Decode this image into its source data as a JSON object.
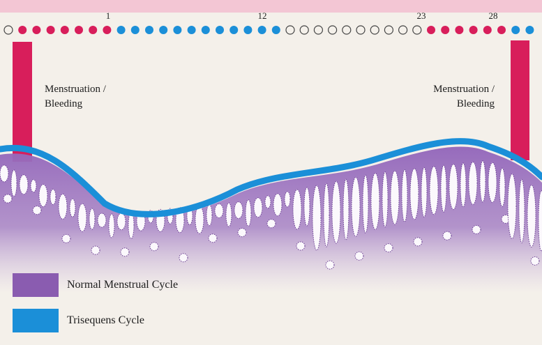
{
  "cycle": {
    "day_markers": [
      "1",
      "12",
      "23",
      "28"
    ],
    "phases": [
      {
        "kind": "hollow",
        "count": 1
      },
      {
        "kind": "pink",
        "count": 7
      },
      {
        "kind": "blue",
        "count": 12
      },
      {
        "kind": "hollow",
        "count": 10
      },
      {
        "kind": "pink",
        "count": 6
      },
      {
        "kind": "blue",
        "count": 2
      }
    ]
  },
  "labels": {
    "left_line1": "Menstruation /",
    "left_line2": "Bleeding",
    "right_line1": "Menstruation /",
    "right_line2": "Bleeding"
  },
  "legend": [
    {
      "label": "Normal Menstrual Cycle",
      "color": "#8a5cb0"
    },
    {
      "label": "Trisequens Cycle",
      "color": "#1b8fd8"
    }
  ],
  "colors": {
    "pink": "#d81e5b",
    "blue": "#1b8fd8",
    "purple": "#8a5cb0",
    "background": "#f4f0ea",
    "header_band": "#f3c6d4"
  }
}
